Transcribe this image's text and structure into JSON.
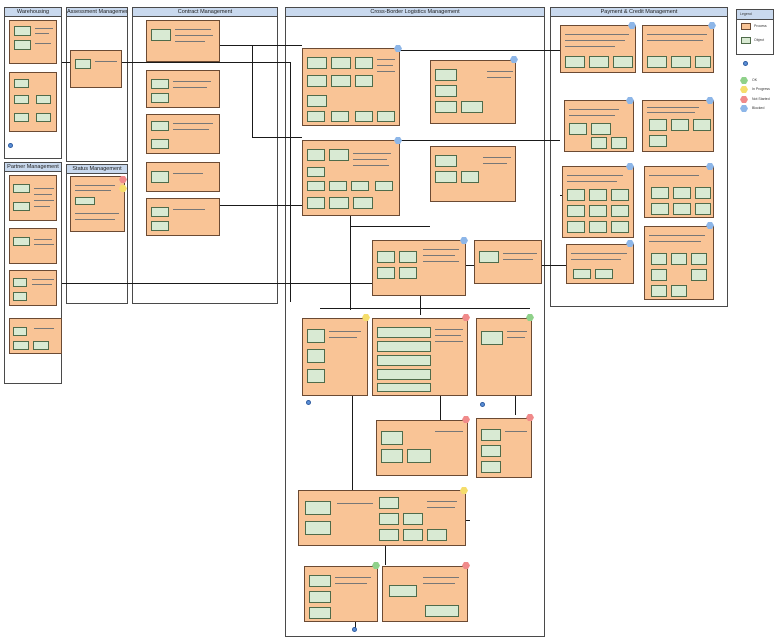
{
  "lanes": {
    "warehousing": "Warehousing",
    "partner_management": "Partner Management",
    "assessment_management": "Assessment Management",
    "contract_management": "Contract Management",
    "status_management": "Status Management",
    "center": "Cross-Border Logistics Management",
    "payment": "Payment & Credit Management"
  },
  "legend": {
    "title": "Legend",
    "items": [
      "Process",
      "Object"
    ],
    "status_items": [
      "OK",
      "In Progress",
      "Not Started",
      "Blocked"
    ]
  },
  "colors": {
    "box": "#f9c496",
    "chip": "#d9ead3",
    "lane_header": "#c9d9ee",
    "hex_green": "#8fd18a",
    "hex_yellow": "#f5dd6b",
    "hex_red": "#f08a8a",
    "hex_blue": "#8db6e8"
  }
}
